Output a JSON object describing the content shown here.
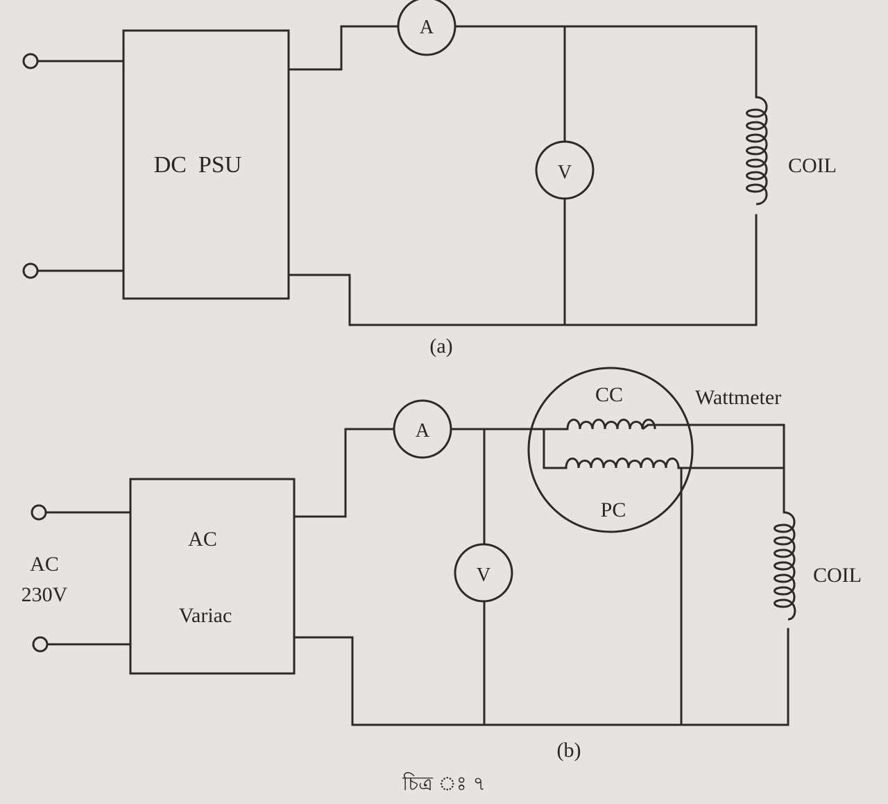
{
  "figure_a": {
    "psu_label": "DC  PSU",
    "ammeter": "A",
    "voltmeter": "V",
    "coil_label": "COIL",
    "caption": "(a)"
  },
  "figure_b": {
    "variac_label_1": "AC",
    "variac_label_2": "Variac",
    "supply_label_1": "AC",
    "supply_label_2": "230V",
    "ammeter": "A",
    "voltmeter": "V",
    "current_coil": "CC",
    "pressure_coil": "PC",
    "wattmeter_label": "Wattmeter",
    "coil_label": "COIL",
    "caption": "(b)"
  },
  "figure_caption": "চিত্র ঃ ৭"
}
